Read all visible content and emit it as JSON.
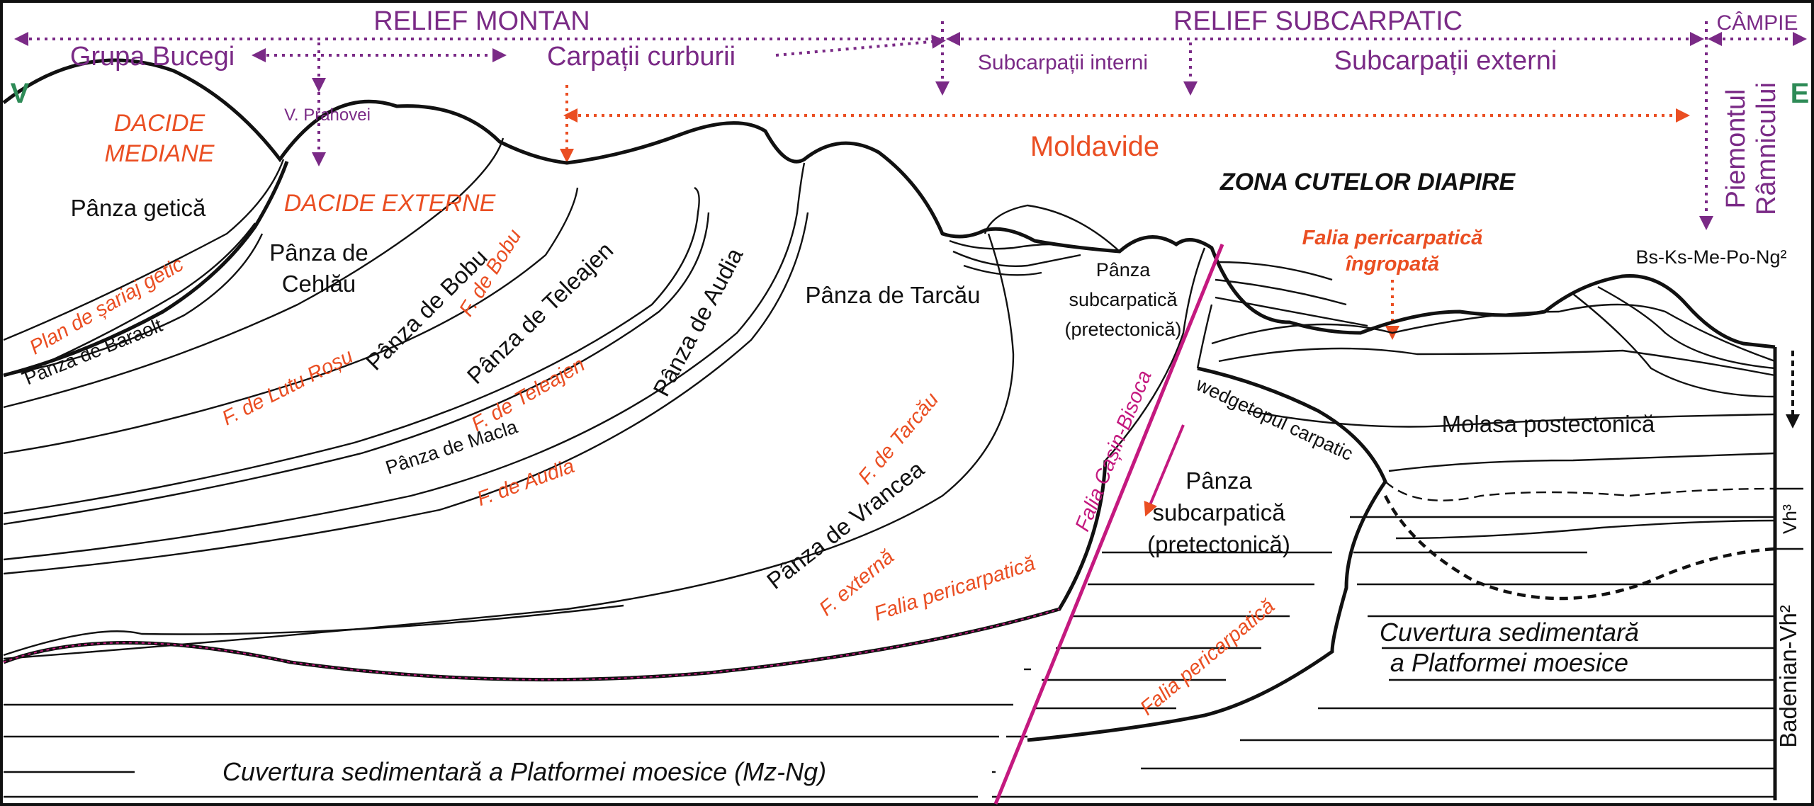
{
  "header": {
    "relief_montan": "RELIEF MONTAN",
    "relief_subcarpatic": "RELIEF SUBCARPATIC",
    "campie": "CÂMPIE",
    "grupa_bucegi": "Grupa Bucegi",
    "carpatii_curburii": "Carpații curburii",
    "subcarpatii_interni": "Subcarpații interni",
    "subcarpatii_externi": "Subcarpații externi",
    "v_prahovei": "V. Prahovei",
    "piemontul": "Piemontul",
    "ramnicului": "Râmnicului",
    "vest": "V",
    "est": "E",
    "moldavide": "Moldavide"
  },
  "domains": {
    "dacide_mediane_1": "DACIDE",
    "dacide_mediane_2": "MEDIANE",
    "dacide_externe": "DACIDE EXTERNE",
    "zona_cutelor": "ZONA CUTELOR DIAPIRE",
    "falia_ingropata_1": "Falia pericarpatică",
    "falia_ingropata_2": "îngropată",
    "stratigraphy": "Bs-Ks-Me-Po-Ng²"
  },
  "units": {
    "panza_getica": "Pânza getică",
    "panza_baraolt": "Pânza de Baraolt",
    "panza_cehlau_1": "Pânza de",
    "panza_cehlau_2": "Cehlău",
    "panza_bobu": "Pânza de Bobu",
    "panza_teleajen": "Pânza de Teleajen",
    "panza_macla": "Pânza de Macla",
    "panza_audia": "Pânza de Audia",
    "panza_tarcau": "Pânza de Tarcău",
    "panza_vrancea": "Pânza de Vrancea",
    "panza_subcarp_top_1": "Pânza",
    "panza_subcarp_top_2": "subcarpatică",
    "panza_subcarp_top_3": "(pretectonică)",
    "panza_subcarp_low_1": "Pânza",
    "panza_subcarp_low_2": "subcarpatică",
    "panza_subcarp_low_3": "(pretectonică)",
    "wedgetopul": "wedgetopul carpatic",
    "molasa": "Molasa postectonică",
    "cuvertura_left": "Cuvertura sedimentară a Platformei moesice (Mz-Ng)",
    "cuvertura_right_1": "Cuvertura sedimentară",
    "cuvertura_right_2": "a Platformei moesice",
    "badenian": "Badenian-Vh²",
    "vh3": "Vh³"
  },
  "faults": {
    "plan_sariaj": "Plan de șariaj getic",
    "f_lutu_rosu": "F. de Lutu Roșu",
    "f_bobu": "F. de Bobu",
    "f_teleajen": "F. de Teleajen",
    "f_audia": "F. de Audia",
    "f_tarcau": "F. de Tarcău",
    "f_externa": "F. externă",
    "falia_pericarpatica_left": "Falia  pericarpatică",
    "falia_casin": "Falia Cașin-Bisoca",
    "falia_pericarpatica_right": "Falia pericarpatică"
  },
  "colors": {
    "purple": "#7a2a86",
    "orange": "#ea4e22",
    "magenta": "#c4197f",
    "green": "#2e8b57",
    "ink": "#111111"
  }
}
